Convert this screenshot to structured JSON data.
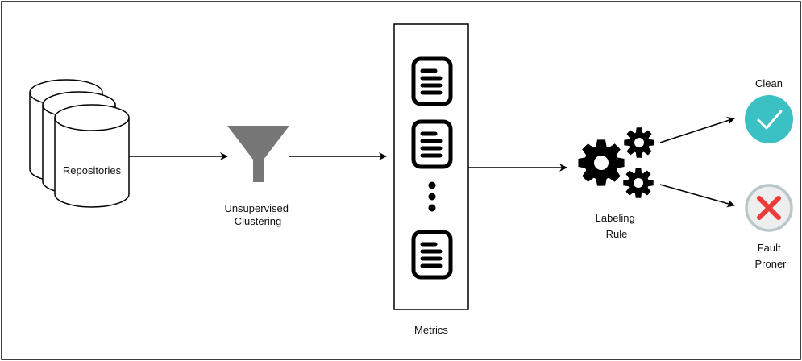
{
  "diagram": {
    "nodes": {
      "repositories": {
        "label": "Repositories"
      },
      "clustering": {
        "label_line1": "Unsupervised",
        "label_line2": "Clustering"
      },
      "metrics": {
        "label": "Metrics"
      },
      "labeling_rule": {
        "label_line1": "Labeling",
        "label_line2": "Rule"
      },
      "clean": {
        "label": "Clean"
      },
      "fault_proner": {
        "label_line1": "Fault",
        "label_line2": "Proner"
      }
    },
    "icons": {
      "database": "database-stack-icon",
      "filter": "funnel-icon",
      "document": "document-icon",
      "ellipsis": "vertical-ellipsis-icon",
      "gears": "gears-icon",
      "check": "check-circle-icon",
      "cross": "x-circle-icon"
    },
    "colors": {
      "stroke": "#000000",
      "funnel": "#777777",
      "clean": "#3bc0c4",
      "fault_fill": "#eeeeee",
      "fault_ring": "#b8c7c9",
      "fault_x": "#ec3b38"
    }
  }
}
